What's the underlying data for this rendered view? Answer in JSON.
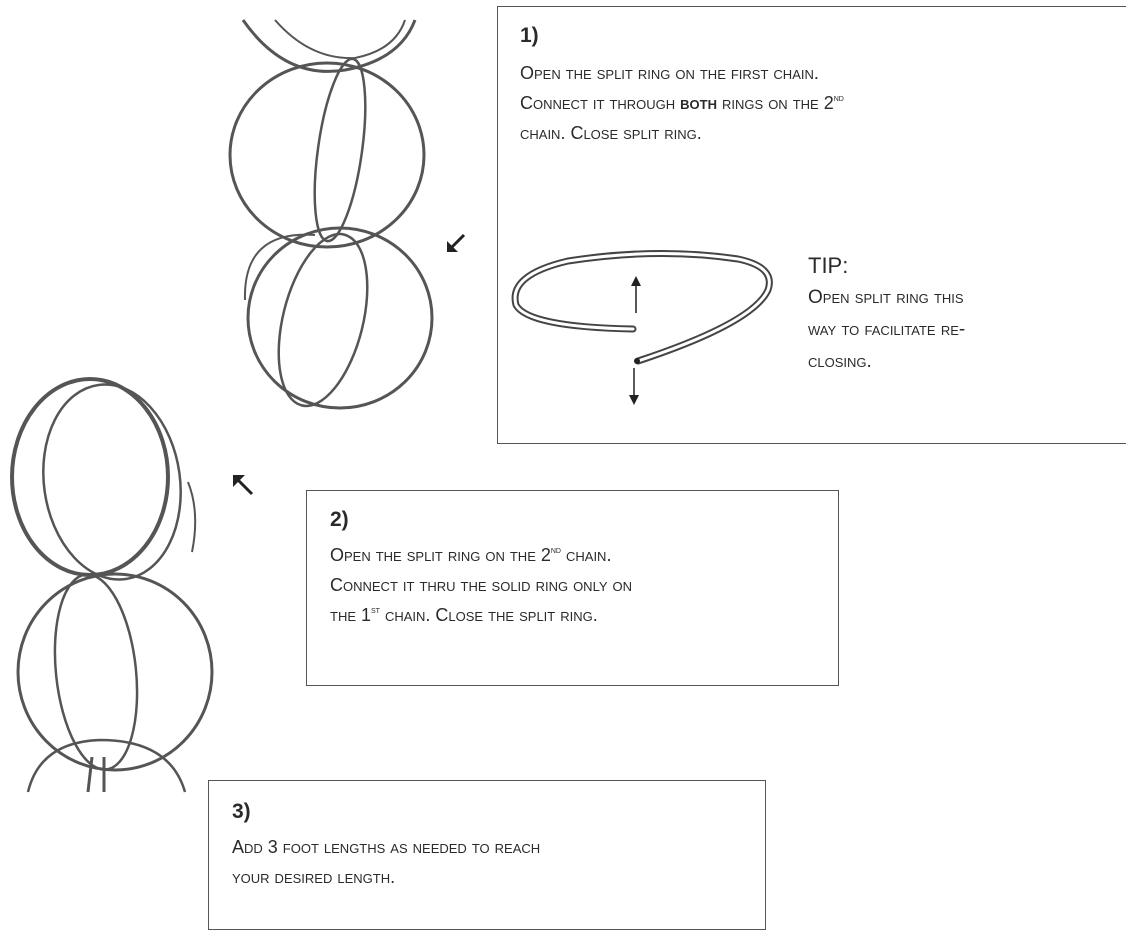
{
  "step1": {
    "number": "1)",
    "line1": "Open the split ring on the first chain.",
    "line2_pre": "Connect it through ",
    "line2_bold": "both",
    "line2_mid": " rings on the 2",
    "line2_sup": "nd",
    "line3": "chain.  Close  split ring."
  },
  "tip": {
    "title": "TIP:",
    "line1": "Open split ring this",
    "line2": "way to facilitate re-",
    "line3": "closing."
  },
  "step2": {
    "number": "2)",
    "line1_pre": "Open the split ring on the 2",
    "line1_sup": "nd",
    "line1_post": " chain.",
    "line2": "Connect it thru the solid ring only on",
    "line3_pre": "the 1",
    "line3_sup": "st",
    "line3_post": " chain.  Close the split ring."
  },
  "step3": {
    "number": "3)",
    "line1": "Add 3 foot lengths as needed to reach",
    "line2": "your desired length."
  },
  "colors": {
    "ink": "#2a2a2a",
    "ring": "#555555",
    "border": "#555555"
  },
  "icons": [
    "chain-illustration-1",
    "chain-illustration-2",
    "split-ring-diagram",
    "arrow-down-left-icon",
    "arrow-up-left-icon",
    "arrow-up-icon",
    "arrow-down-icon"
  ]
}
